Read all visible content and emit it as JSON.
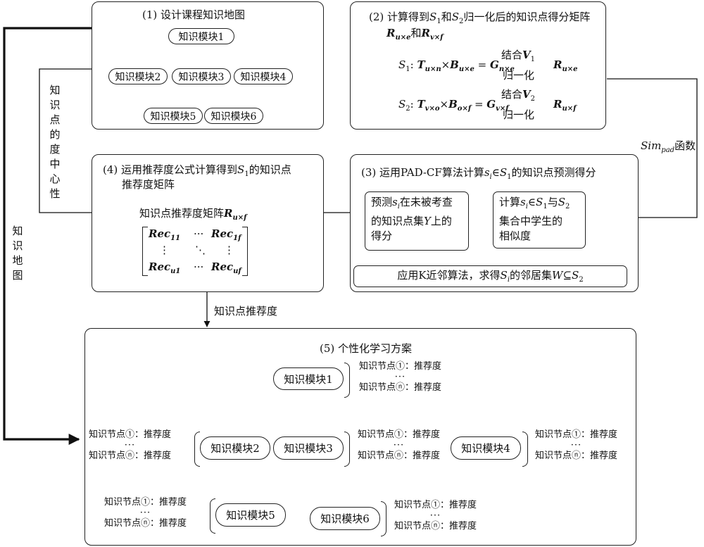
{
  "p1": {
    "title": "(1) 设计课程知识地图",
    "m1": "知识模块1",
    "m2": "知识模块2",
    "m3": "知识模块3",
    "m4": "知识模块4",
    "m5": "知识模块5",
    "m6": "知识模块6"
  },
  "p2": {
    "title_a": "(2) 计算得到",
    "s1": "S",
    "s1sub": "1",
    "and": "和",
    "s2": "S",
    "s2sub": "2",
    "title_b": "归一化后的知识点得分矩阵",
    "line2_r": "R",
    "line2_rsub": "u×e",
    "line2_and": "和",
    "line2_r2": "R",
    "line2_r2sub": "v×f",
    "eq1_label": "S",
    "eq1_labelsub": "1",
    "eq1_colon": ":",
    "eq1_t": "T",
    "eq1_tsub": "u×n",
    "eq1_b": "B",
    "eq1_bsub": "u×e",
    "eq1_g": "G",
    "eq1_gsub": "n×e",
    "eq1_top": "结合",
    "eq1_v": "V",
    "eq1_vsub": "1",
    "eq1_bottom": "归一化",
    "eq1_r": "R",
    "eq1_rsub": "u×e",
    "eq2_label": "S",
    "eq2_labelsub": "2",
    "eq2_colon": ":",
    "eq2_t": "T",
    "eq2_tsub": "v×o",
    "eq2_b": "B",
    "eq2_bsub": "o×f",
    "eq2_g": "G",
    "eq2_gsub": "v×f",
    "eq2_top": "结合",
    "eq2_v": "V",
    "eq2_vsub": "2",
    "eq2_bottom": "归一化",
    "eq2_r": "R",
    "eq2_rsub": "u×f",
    "times": "×",
    "equals": "="
  },
  "sim": {
    "sim": "Sim",
    "sub": "pad",
    "suffix": "函数"
  },
  "p3": {
    "title": "(3) 运用PAD-CF算法计算",
    "title_s": "s",
    "title_ssub": "i",
    "title_in": "∈",
    "title_S": "S",
    "title_Ssub": "1",
    "title_tail": "的知识点预测得分",
    "calc_a": "计算",
    "calc_s": "s",
    "calc_ssub": "i",
    "calc_b": "∈",
    "calc_S1": "S",
    "calc_S1sub": "1",
    "calc_c": "与",
    "calc_S2": "S",
    "calc_S2sub": "2",
    "calc_line2": "集合中学生的",
    "calc_line3": "相似度",
    "pred_a": "预测",
    "pred_s": "s",
    "pred_ssub": "i",
    "pred_b": "在未被考查",
    "pred_line2a": "的知识点集",
    "pred_Y": "Y",
    "pred_line2b": "上的",
    "pred_line3": "得分",
    "knn_a": "应用K近邻算法，求得",
    "knn_S": "S",
    "knn_Ssub": "i",
    "knn_b": "的邻居集",
    "knn_W": "W",
    "knn_c": "⊆",
    "knn_S2": "S",
    "knn_S2sub": "2"
  },
  "p4": {
    "title_a": "(4) 运用推荐度公式计算得到",
    "title_S": "S",
    "title_Ssub": "1",
    "title_b": "的知识点",
    "title_line2": "推荐度矩阵",
    "mat_label": "知识点推荐度矩阵",
    "mat_R": "R",
    "mat_Rsub": "u×f",
    "rec11": "Rec",
    "rec11sub": "11",
    "rec1f": "Rec",
    "rec1fsub": "1f",
    "recu1": "Rec",
    "recu1sub": "u1",
    "recuf": "Rec",
    "recufsub": "uf",
    "hdots": "···",
    "vdots": "⋮",
    "ddots": "⋱"
  },
  "flow": {
    "centrality": "知识点的度中心性",
    "map": "知识地图",
    "rec_label": "知识点推荐度"
  },
  "p5": {
    "title": "(5) 个性化学习方案",
    "m1": "知识模块1",
    "m2": "知识模块2",
    "m3": "知识模块3",
    "m4": "知识模块4",
    "m5": "知识模块5",
    "m6": "知识模块6",
    "node_first": "知识节点①：推荐度",
    "node_dots": "···",
    "node_last": "知识节点ⓝ：推荐度"
  }
}
